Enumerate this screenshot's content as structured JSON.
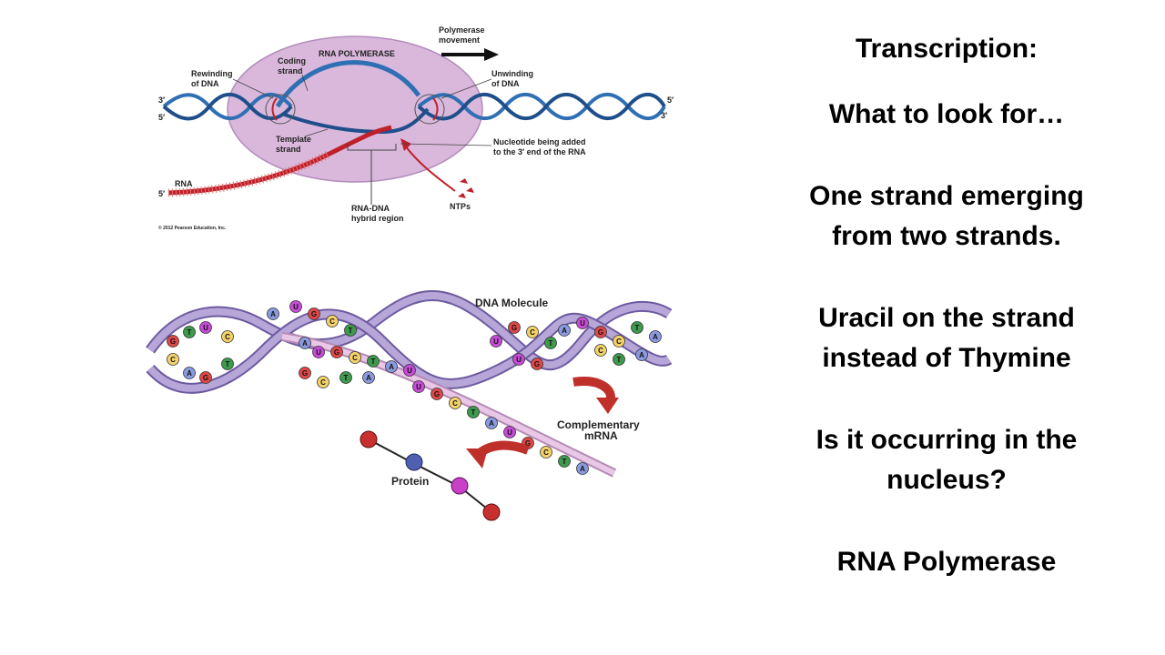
{
  "diagram1": {
    "labels": {
      "rna_polymerase": "RNA POLYMERASE",
      "polymerase_movement_1": "Polymerase",
      "polymerase_movement_2": "movement",
      "coding_strand_1": "Coding",
      "coding_strand_2": "strand",
      "rewinding_1": "Rewinding",
      "rewinding_2": "of DNA",
      "unwinding_1": "Unwinding",
      "unwinding_2": "of DNA",
      "template_strand_1": "Template",
      "template_strand_2": "strand",
      "nucleotide_1": "Nucleotide being added",
      "nucleotide_2": "to the 3′ end of the RNA",
      "rna": "RNA",
      "hybrid_1": "RNA-DNA",
      "hybrid_2": "hybrid region",
      "ntps": "NTPs",
      "three_prime_left": "3′",
      "five_prime_left": "5′",
      "five_prime_right": "5′",
      "three_prime_right": "3′",
      "five_prime_rna": "5′",
      "copyright": "© 2012 Pearson Education, Inc."
    },
    "colors": {
      "polymerase": "#d9b8dc",
      "dna": "#2f6fb3",
      "dna_dark": "#1f4f8a",
      "rna": "#c0202a",
      "arrow": "#c0202a"
    }
  },
  "diagram2": {
    "labels": {
      "dna_molecule": "DNA Molecule",
      "complementary_1": "Complementary",
      "complementary_2": "mRNA",
      "protein": "Protein"
    },
    "nucleotides": [
      {
        "letter": "G",
        "color": "#e04848"
      },
      {
        "letter": "C",
        "color": "#f4d26a"
      },
      {
        "letter": "T",
        "color": "#3e9a4c"
      },
      {
        "letter": "A",
        "color": "#8a9ae0"
      },
      {
        "letter": "U",
        "color": "#c84bd8"
      }
    ],
    "colors": {
      "backbone": "#b7a6d8",
      "backbone_edge": "#6c5aa0",
      "arrow": "#c0302a"
    }
  },
  "text_panel": {
    "title": "Transcription:",
    "subtitle": "What to look for…",
    "point1_line1": "One strand emerging",
    "point1_line2": "from two strands.",
    "point2_line1": "Uracil on the strand",
    "point2_line2": "instead of Thymine",
    "point3_line1": "Is it occurring in the",
    "point3_line2": "nucleus?",
    "point4": "RNA Polymerase"
  }
}
